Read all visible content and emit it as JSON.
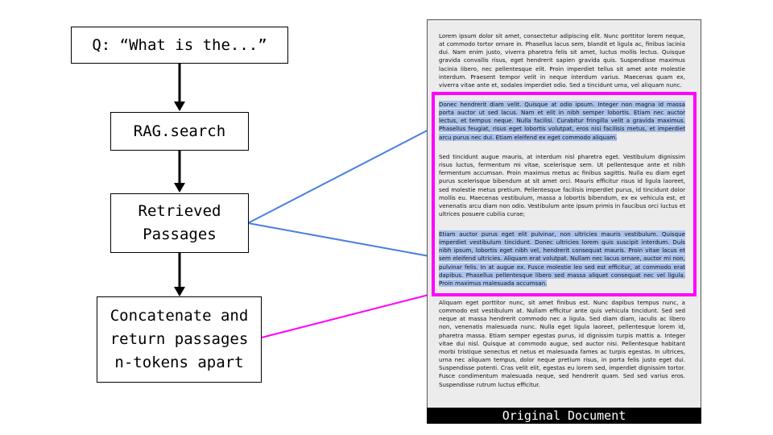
{
  "flow": {
    "query": [
      "Q: “What is the...”"
    ],
    "search": [
      "RAG.search"
    ],
    "retrieved": [
      "Retrieved",
      "Passages"
    ],
    "concat": [
      "Concatenate and",
      "return passages",
      "n-tokens apart"
    ]
  },
  "document": {
    "caption": "Original Document",
    "paragraphs": [
      "Lorem ipsum dolor sit amet, consectetur adipiscing elit. Nunc porttitor lorem neque, at commodo tortor ornare in. Phasellus lacus sem, blandit et ligula ac, finibus lacinia dui. Nam enim justo, viverra pharetra felis sit amet, luctus mollis lectus. Quisque gravida convallis risus, eget hendrerit sapien gravida quis. Suspendisse maximus lacinia libero, nec pellentesque elit. Proin imperdiet tellus sit amet ante molestie interdum. Praesent tempor velit in neque interdum varius. Maecenas quam ex, viverra vitae ante et, sodales imperdiet odio. Sed a tincidunt urna, vel aliquam nunc.",
      "Donec hendrerit diam velit. Quisque at odio ipsum. Integer non magna id massa porta auctor ut sed lacus. Nam et elit in nibh semper lobortis. Etiam nec auctor lectus, et tempus neque. Nulla facilisi. Curabitur fringilla velit a gravida maximus. Phasellus feugiat, risus eget lobortis volutpat, eros nisi facilisis metus, et imperdiet arcu purus nec dui. Etiam eleifend ex eget commodo aliquam.",
      "Sed tincidunt augue mauris, at interdum nisl pharetra eget. Vestibulum dignissim risus luctus, fermentum mi vitae, scelerisque sem. Ut pellentesque ante et nibh fermentum accumsan. Proin maximus metus ac finibus sagittis. Nulla eu diam eget purus scelerisque bibendum at sit amet orci. Mauris efficitur risus id ligula laoreet, sed molestie metus pretium. Pellentesque facilisis imperdiet purus, id tincidunt dolor mollis eu. Maecenas vestibulum, massa a lobortis bibendum, ex ex vehicula est, et venenatis arcu diam non odio. Vestibulum ante ipsum primis in faucibus orci luctus et ultrices posuere cubilia curae;",
      "Etiam auctor purus eget elit pulvinar, non ultricies mauris vestibulum. Quisque imperdiet vestibulum tincidunt. Donec ultricies lorem quis suscipit interdum. Duis nibh ipsum, lobortis eget nibh vel, hendrerit consequat mauris. Proin vitae lacus et sem eleifend ultricies. Aliquam erat volutpat. Nullam nec lacus ornare, auctor mi non, pulvinar felis. In at augue ex. Fusce molestie leo sed est efficitur, at commodo erat dapibus. Phasellus pellentesque libero sed massa aliquet consequat nec vel ligula. Proin maximus malesuada accumsan.",
      "Aliquam eget porttitor nunc, sit amet finibus est. Nunc dapibus tempus nunc, a commodo est vestibulum at. Nullam efficitur ante quis vehicula tincidunt. Sed sed neque at massa hendrerit commodo nec a ligula. Sed diam diam, iaculis ac libero non, venenatis malesuada nunc. Nulla eget ligula laoreet, pellentesque lorem id, pharetra massa. Etiam semper egestas purus, id dignissim turpis mattis a. Integer vitae dui nisl. Quisque at commodo augue, sed auctor nisi. Pellentesque habitant morbi tristique senectus et netus et malesuada fames ac turpis egestas. In ultrices, urna nec aliquam tempus, dolor neque pretium risus, in porta felis justo eget dui. Suspendisse potenti. Cras velit elit, egestas eu lorem sed, imperdiet dignissim tortor. Fusce condimentum malesuada neque, sed hendrerit quam. Sed sed varius eros. Suspendisse rutrum luctus efficitur."
    ],
    "highlighted_paragraphs": [
      1,
      3
    ]
  },
  "colors": {
    "highlight": "#a9c2ee",
    "connector_retrieved": "#4a7fe0",
    "connector_concat": "#ff00ff",
    "frame": "#ff00ff",
    "document_background": "#ececec",
    "arrow": "#000000"
  }
}
